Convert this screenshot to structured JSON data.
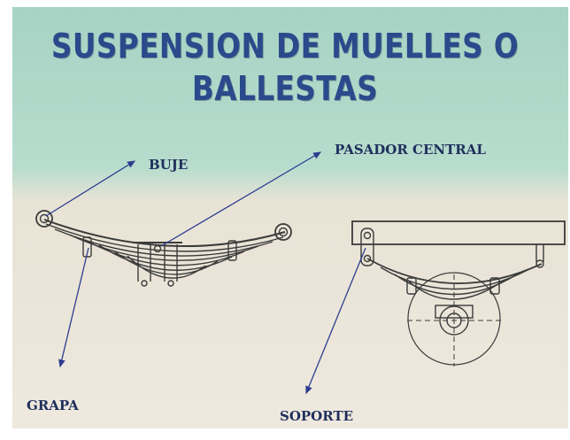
{
  "title": {
    "line1": "SUSPENSION DE MUELLES O",
    "line2": "BALLESTAS"
  },
  "labels": {
    "buje": "BUJE",
    "pasador_central": "PASADOR CENTRAL",
    "grapa": "GRAPA",
    "soporte": "SOPORTE"
  },
  "colors": {
    "upper_background": "#a9d6c6",
    "lower_background": "#ece6db",
    "title_text": "#2a4a8c",
    "label_text": "#1f2f5c",
    "arrow": "#2c3d8f",
    "drawing_lines": "#3b3b3b"
  }
}
